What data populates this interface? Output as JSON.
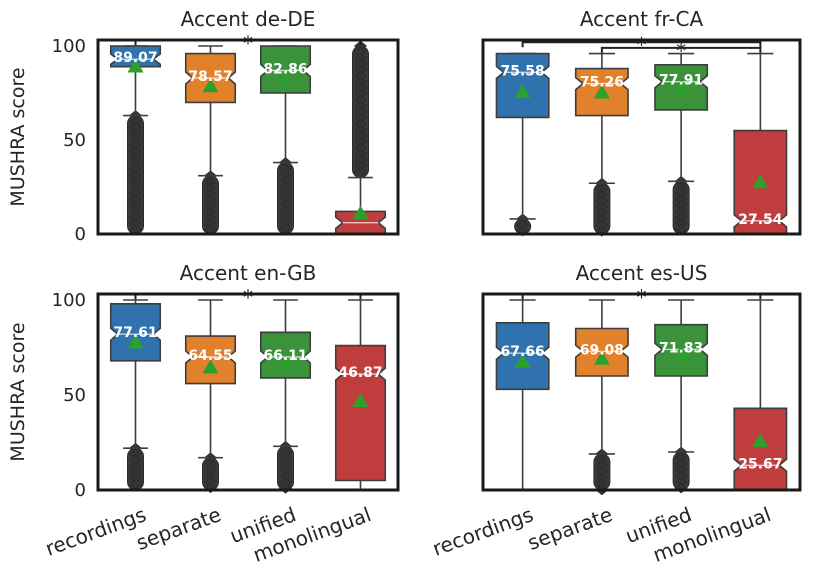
{
  "chart_data": {
    "type": "box",
    "categories": [
      "recordings",
      "separate",
      "unified",
      "monolingual"
    ],
    "colors": {
      "recordings": "#2f72ad",
      "separate": "#e1812c",
      "unified": "#3a923a",
      "monolingual": "#c03d3e",
      "mean_marker": "#2ca02c"
    },
    "ylabel": "MUSHRA score",
    "ylim": [
      0,
      100
    ],
    "yticks": [
      "0",
      "50",
      "100"
    ],
    "significance_marker": "*",
    "subplots": [
      {
        "title": "Accent de-DE",
        "boxes": [
          {
            "q1": 89,
            "median": 93,
            "q3": 100,
            "whisker_low": 63,
            "whisker_high": 100,
            "mean": 89.07,
            "mean_label": "89.07",
            "outliers": [
              0,
              63
            ]
          },
          {
            "q1": 70,
            "median": 83,
            "q3": 96,
            "whisker_low": 31,
            "whisker_high": 100,
            "mean": 78.57,
            "mean_label": "78.57",
            "outliers": [
              0,
              31
            ]
          },
          {
            "q1": 75,
            "median": 87,
            "q3": 100,
            "whisker_low": 38,
            "whisker_high": 100,
            "mean": 82.86,
            "mean_label": "82.86",
            "outliers": [
              0,
              38
            ]
          },
          {
            "q1": 0,
            "median": 6,
            "q3": 12,
            "whisker_low": 0,
            "whisker_high": 30,
            "mean": 11,
            "mean_label": "",
            "outliers": [
              30,
              100
            ]
          }
        ],
        "brackets": [
          {
            "from": 0,
            "to": 3,
            "y": 103
          }
        ]
      },
      {
        "title": "Accent fr-CA",
        "boxes": [
          {
            "q1": 62,
            "median": 86,
            "q3": 96,
            "whisker_low": 8,
            "whisker_high": 96,
            "mean": 75.58,
            "mean_label": "75.58",
            "outliers": [
              0,
              8
            ]
          },
          {
            "q1": 63,
            "median": 80,
            "q3": 88,
            "whisker_low": 27,
            "whisker_high": 96,
            "mean": 75.26,
            "mean_label": "75.26",
            "outliers": [
              0,
              27
            ]
          },
          {
            "q1": 66,
            "median": 81,
            "q3": 90,
            "whisker_low": 28,
            "whisker_high": 96,
            "mean": 77.91,
            "mean_label": "77.91",
            "outliers": [
              0,
              28
            ]
          },
          {
            "q1": 0,
            "median": 7,
            "q3": 55,
            "whisker_low": 0,
            "whisker_high": 96,
            "mean": 27.54,
            "mean_label": "27.54",
            "outliers": []
          }
        ],
        "brackets": [
          {
            "from": 0,
            "to": 3,
            "y": 102
          },
          {
            "from": 1,
            "to": 3,
            "y": 99
          }
        ]
      },
      {
        "title": "Accent en-GB",
        "boxes": [
          {
            "q1": 68,
            "median": 82,
            "q3": 98,
            "whisker_low": 22,
            "whisker_high": 100,
            "mean": 77.61,
            "mean_label": "77.61",
            "outliers": [
              0,
              22
            ]
          },
          {
            "q1": 56,
            "median": 70,
            "q3": 81,
            "whisker_low": 17,
            "whisker_high": 100,
            "mean": 64.55,
            "mean_label": "64.55",
            "outliers": [
              0,
              17
            ]
          },
          {
            "q1": 59,
            "median": 70,
            "q3": 83,
            "whisker_low": 23,
            "whisker_high": 100,
            "mean": 66.11,
            "mean_label": "66.11",
            "outliers": [
              0,
              23
            ]
          },
          {
            "q1": 5,
            "median": 61,
            "q3": 76,
            "whisker_low": 0,
            "whisker_high": 100,
            "mean": 46.87,
            "mean_label": "46.87",
            "outliers": []
          }
        ],
        "brackets": [
          {
            "from": 0,
            "to": 3,
            "y": 103
          }
        ]
      },
      {
        "title": "Accent es-US",
        "boxes": [
          {
            "q1": 53,
            "median": 72,
            "q3": 88,
            "whisker_low": 0,
            "whisker_high": 100,
            "mean": 67.66,
            "mean_label": "67.66",
            "outliers": []
          },
          {
            "q1": 60,
            "median": 73,
            "q3": 85,
            "whisker_low": 19,
            "whisker_high": 100,
            "mean": 69.08,
            "mean_label": "69.08",
            "outliers": [
              0,
              19
            ]
          },
          {
            "q1": 60,
            "median": 74,
            "q3": 87,
            "whisker_low": 20,
            "whisker_high": 100,
            "mean": 71.83,
            "mean_label": "71.83",
            "outliers": [
              0,
              20
            ]
          },
          {
            "q1": 0,
            "median": 13,
            "q3": 43,
            "whisker_low": 0,
            "whisker_high": 100,
            "mean": 25.67,
            "mean_label": "25.67",
            "outliers": []
          }
        ],
        "brackets": [
          {
            "from": 0,
            "to": 3,
            "y": 103
          }
        ]
      }
    ]
  }
}
